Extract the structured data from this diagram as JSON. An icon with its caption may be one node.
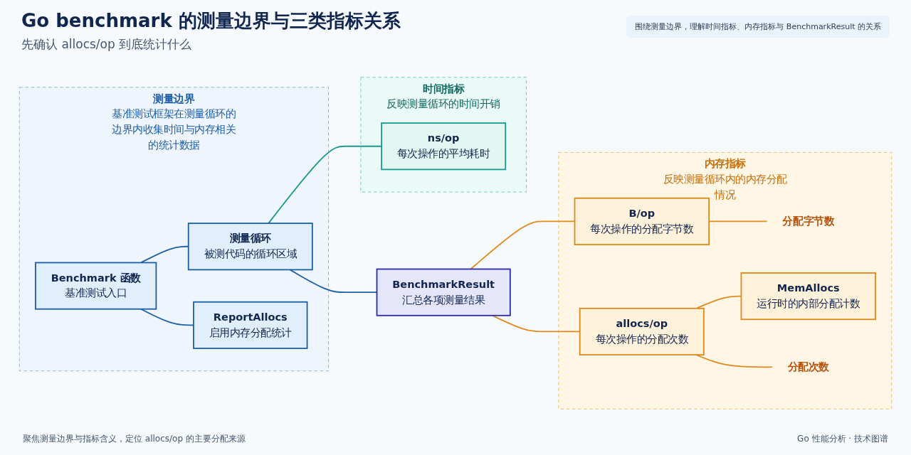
{
  "diagram": {
    "title": "Go benchmark 的测量边界与三类指标关系",
    "nodes": [
      {
        "text": [
          "测量边界",
          "基准测试框架在测量循环的边界内收集时间与内存相关的统计数据"
        ]
      },
      {
        "text": [
          "Benchmark 函数",
          "基准测试入口"
        ],
        "in": 0
      },
      {
        "text": [
          "测量循环",
          "被测代码的循环区域"
        ],
        "in": 0
      },
      {
        "text": [
          "ReportAllocs",
          "启用内存分配统计"
        ],
        "in": 0
      },
      {
        "text": [
          "时间指标",
          "反映测量循环的时间开销"
        ]
      },
      {
        "text": [
          "ns/op",
          "每次操作的平均耗时"
        ],
        "in": 4
      },
      {
        "text": [
          "内存指标",
          "反映测量循环内的内存分配情况"
        ]
      },
      {
        "text": [
          "B/op",
          "每次操作的分配字节数"
        ],
        "in": 6
      },
      {
        "text": [
          "allocs/op",
          "每次操作的分配次数"
        ],
        "in": 6
      },
      {
        "text": [
          "MemAllocs",
          "运行时的内部分配计数"
        ],
        "in": 6
      },
      {
        "text": [
          "BenchmarkResult",
          "汇总各项测量结果"
        ]
      },
      {
        "text": [
          "分配字节数"
        ],
        "in": 6
      },
      {
        "text": [
          "分配次数"
        ],
        "in": 6
      }
    ],
    "edges": [
      {
        "from": 1,
        "to": 2,
        "arrow": "none",
        "color": "#1f5fa8"
      },
      {
        "from": 1,
        "to": 3,
        "arrow": "none",
        "color": "#1f5fa8"
      },
      {
        "from": 2,
        "to": 5,
        "arrow": "none",
        "color": "#1a9a8a"
      },
      {
        "from": 2,
        "to": 10,
        "arrow": "none",
        "color": "#1f5fa8"
      },
      {
        "from": 10,
        "to": 7,
        "arrow": "none"
      },
      {
        "from": 10,
        "to": 8,
        "arrow": "none"
      },
      {
        "from": 8,
        "to": 9,
        "arrow": "none"
      },
      {
        "from": 7,
        "to": 11,
        "arrow": "none"
      },
      {
        "from": 8,
        "to": 12,
        "arrow": "none"
      }
    ],
    "labels": [
      "先确认 allocs/op 到底统计什么",
      "围绕测量边界，理解时间指标、内存指标与 BenchmarkResult 的关系",
      "聚焦测量边界与指标含义，定位 allocs/op 的主要分配来源",
      "Go 性能分析 · 技术图谱"
    ]
  }
}
